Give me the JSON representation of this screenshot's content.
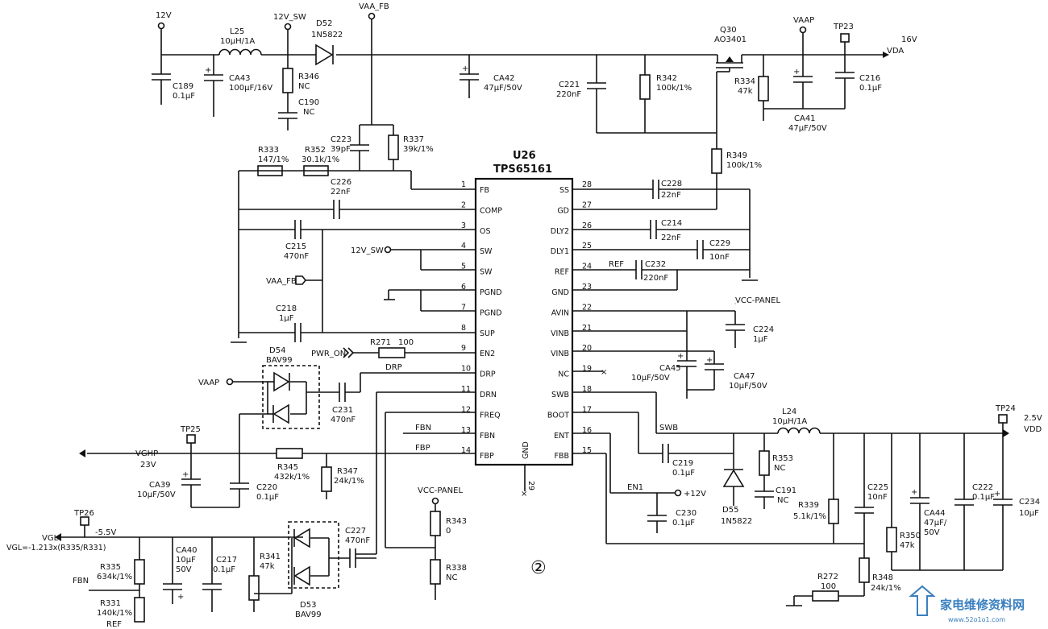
{
  "chip": {
    "ref": "U26",
    "part": "TPS65161"
  },
  "circle_num": "②",
  "pins_left": [
    {
      "n": "1",
      "name": "FB"
    },
    {
      "n": "2",
      "name": "COMP"
    },
    {
      "n": "3",
      "name": "OS"
    },
    {
      "n": "4",
      "name": "SW"
    },
    {
      "n": "5",
      "name": "SW"
    },
    {
      "n": "6",
      "name": "PGND"
    },
    {
      "n": "7",
      "name": "PGND"
    },
    {
      "n": "8",
      "name": "SUP"
    },
    {
      "n": "9",
      "name": "EN2"
    },
    {
      "n": "10",
      "name": "DRP"
    },
    {
      "n": "11",
      "name": "DRN"
    },
    {
      "n": "12",
      "name": "FREQ"
    },
    {
      "n": "13",
      "name": "FBN"
    },
    {
      "n": "14",
      "name": "FBP"
    }
  ],
  "pins_right": [
    {
      "n": "28",
      "name": "SS"
    },
    {
      "n": "27",
      "name": "GD"
    },
    {
      "n": "26",
      "name": "DLY2"
    },
    {
      "n": "25",
      "name": "DLY1"
    },
    {
      "n": "24",
      "name": "REF"
    },
    {
      "n": "23",
      "name": "GND"
    },
    {
      "n": "22",
      "name": "AVIN"
    },
    {
      "n": "21",
      "name": "VINB"
    },
    {
      "n": "20",
      "name": "VINB"
    },
    {
      "n": "19",
      "name": "NC"
    },
    {
      "n": "18",
      "name": "SWB"
    },
    {
      "n": "17",
      "name": "BOOT"
    },
    {
      "n": "16",
      "name": "ENT"
    },
    {
      "n": "15",
      "name": "FBB"
    }
  ],
  "gnd_pin": {
    "name": "GND",
    "n": "29"
  },
  "nets": {
    "v12": "12V",
    "v12sw": "12V_SW",
    "vaafb": "VAA_FB",
    "vaap": "VAAP",
    "tp23": "TP23",
    "v16": "16V",
    "vda": "VDA",
    "v12sw_in": "12V_SW",
    "vaafb_in": "VAA_FB",
    "pwron": "PWR_ON",
    "drp": "DRP",
    "vaap_in": "VAAP",
    "tp25": "TP25",
    "vghp": "VGHP",
    "v23": "23V",
    "fbn": "FBN",
    "fbp": "FBP",
    "vccpanel1": "VCC-PANEL",
    "vccpanel2": "VCC-PANEL",
    "swb": "SWB",
    "tp24": "TP24",
    "v25": "2.5V",
    "vdd": "VDD",
    "en1": "EN1",
    "p12": "+12V",
    "tp26": "TP26",
    "vgl": "VGL",
    "m55": "-5.5V",
    "vgl_eq": "VGL=-1.213x(R335/R331)",
    "fbn2": "FBN",
    "ref2": "REF",
    "ref_in": "REF"
  },
  "components": {
    "l25": {
      "ref": "L25",
      "val": "10μH/1A"
    },
    "d52": {
      "ref": "D52",
      "val": "1N5822"
    },
    "c189": {
      "ref": "C189",
      "val": "0.1μF"
    },
    "ca43": {
      "ref": "CA43",
      "val": "100μF/16V"
    },
    "r346": {
      "ref": "R346",
      "val": "NC"
    },
    "c190": {
      "ref": "C190",
      "val": "NC"
    },
    "ca42": {
      "ref": "CA42",
      "val": "47μF/50V"
    },
    "c221": {
      "ref": "C221",
      "val": "220nF"
    },
    "r342": {
      "ref": "R342",
      "val": "100k/1%"
    },
    "q30": {
      "ref": "Q30",
      "val": "AO3401"
    },
    "r334": {
      "ref": "R334",
      "val": "47k"
    },
    "ca41": {
      "ref": "CA41",
      "val": "47μF/50V"
    },
    "c216": {
      "ref": "C216",
      "val": "0.1μF"
    },
    "c223": {
      "ref": "C223",
      "val": "39pF"
    },
    "r337": {
      "ref": "R337",
      "val": "39k/1%"
    },
    "r333": {
      "ref": "R333",
      "val": "147/1%"
    },
    "r352": {
      "ref": "R352",
      "val": "30.1k/1%"
    },
    "c226": {
      "ref": "C226",
      "val": "22nF"
    },
    "c215": {
      "ref": "C215",
      "val": "470nF"
    },
    "c218": {
      "ref": "C218",
      "val": "1μF"
    },
    "r271": {
      "ref": "R271",
      "val": "100"
    },
    "d54": {
      "ref": "D54",
      "val": "BAV99"
    },
    "c231": {
      "ref": "C231",
      "val": "470nF"
    },
    "r349": {
      "ref": "R349",
      "val": "100k/1%"
    },
    "c228": {
      "ref": "C228",
      "val": "22nF"
    },
    "c214": {
      "ref": "C214",
      "val": "22nF"
    },
    "c229": {
      "ref": "C229",
      "val": "10nF"
    },
    "c232": {
      "ref": "C232",
      "val": "220nF"
    },
    "c224": {
      "ref": "C224",
      "val": "1μF"
    },
    "ca45": {
      "ref": "CA45",
      "val": "10μF/50V"
    },
    "ca47": {
      "ref": "CA47",
      "val": "10μF/50V"
    },
    "l24": {
      "ref": "L24",
      "val": "10μH/1A"
    },
    "r353": {
      "ref": "R353",
      "val": "NC"
    },
    "c191": {
      "ref": "C191",
      "val": "NC"
    },
    "c219": {
      "ref": "C219",
      "val": "0.1μF"
    },
    "d55": {
      "ref": "D55",
      "val": "1N5822"
    },
    "c230": {
      "ref": "C230",
      "val": "0.1μF"
    },
    "r339": {
      "ref": "R339",
      "val": "5.1k/1%"
    },
    "c225": {
      "ref": "C225",
      "val": "10nF"
    },
    "ca44": {
      "ref": "CA44",
      "val": "47μF/",
      "val2": "50V"
    },
    "c222": {
      "ref": "C222",
      "val": "0.1μF"
    },
    "c234": {
      "ref": "C234",
      "val": "10μF"
    },
    "r350": {
      "ref": "R350",
      "val": "47k"
    },
    "r272": {
      "ref": "R272",
      "val": "100"
    },
    "r348": {
      "ref": "R348",
      "val": "24k/1%"
    },
    "r345": {
      "ref": "R345",
      "val": "432k/1%"
    },
    "r347": {
      "ref": "R347",
      "val": "24k/1%"
    },
    "ca39": {
      "ref": "CA39",
      "val": "10μF/50V"
    },
    "c220": {
      "ref": "C220",
      "val": "0.1μF"
    },
    "r343": {
      "ref": "R343",
      "val": "0"
    },
    "r338": {
      "ref": "R338",
      "val": "NC"
    },
    "ca40": {
      "ref": "CA40",
      "val": "10μF",
      "val2": "50V"
    },
    "c217": {
      "ref": "C217",
      "val": "0.1μF"
    },
    "r341": {
      "ref": "R341",
      "val": "47k"
    },
    "c227": {
      "ref": "C227",
      "val": "470nF"
    },
    "d53": {
      "ref": "D53",
      "val": "BAV99"
    },
    "r335": {
      "ref": "R335",
      "val": "634k/1%"
    },
    "r331": {
      "ref": "R331",
      "val": "140k/1%"
    }
  },
  "watermark": {
    "text": "家电维修资料网",
    "url": "www.52o1o1.com"
  }
}
